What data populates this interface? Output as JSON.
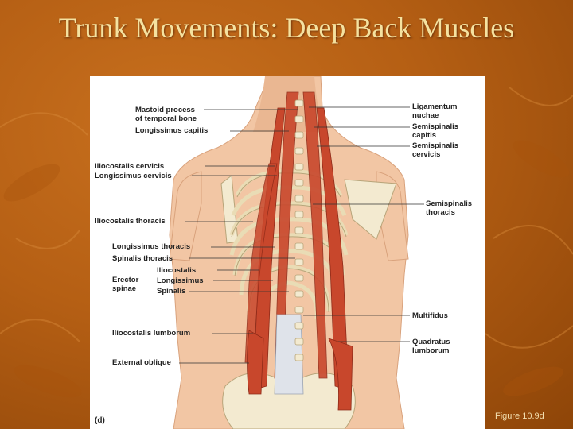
{
  "slide": {
    "title": "Trunk Movements: Deep Back Muscles",
    "caption": "Figure 10.9d"
  },
  "figure": {
    "panel_letter": "(d)",
    "labels_left": [
      "Mastoid process\nof temporal bone",
      "Longissimus capitis",
      "Iliocostalis cervicis",
      "Longissimus cervicis",
      "Iliocostalis thoracis",
      "Longissimus thoracis",
      "Spinalis thoracis",
      "Iliocostalis",
      "Longissimus",
      "Spinalis",
      "Erector\nspinae",
      "Iliocostalis lumborum",
      "External oblique"
    ],
    "labels_right": [
      "Ligamentum\nnuchae",
      "Semispinalis\ncapitis",
      "Semispinalis\ncervicis",
      "Semispinalis\nthoracis",
      "Multifidus",
      "Quadratus\nlumborum"
    ]
  }
}
